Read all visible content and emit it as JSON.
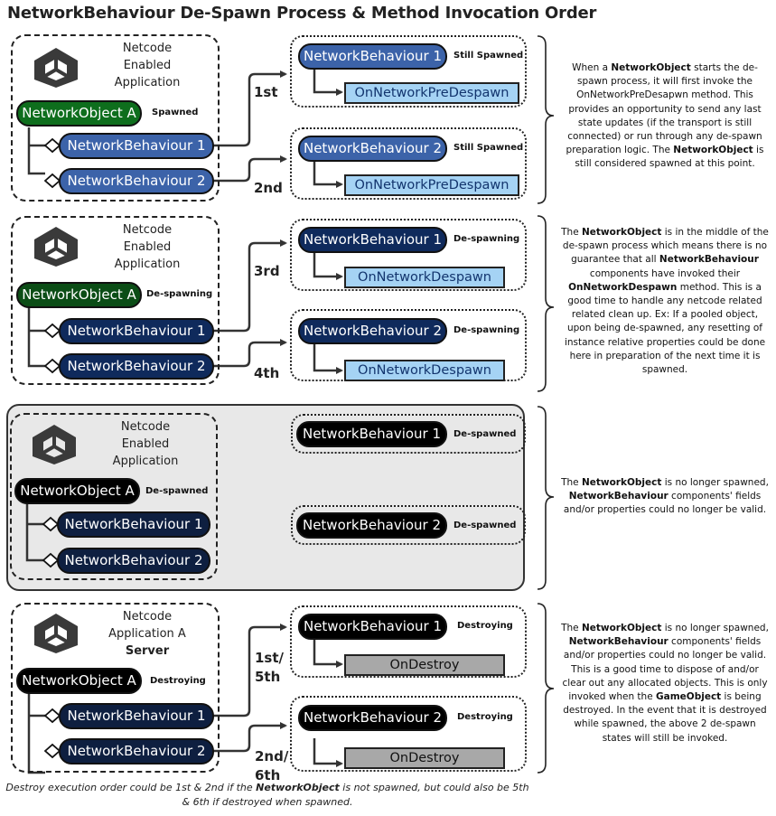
{
  "title": "NetworkBehaviour De-Spawn Process & Method Invocation Order",
  "sections": [
    {
      "app_lines": [
        "Netcode",
        "Enabled",
        "Application"
      ],
      "object": "NetworkObject A",
      "object_state": "Spawned",
      "behaviours": [
        "NetworkBehaviour 1",
        "NetworkBehaviour 2"
      ],
      "orders": [
        "1st",
        "2nd"
      ],
      "targets": [
        {
          "name": "NetworkBehaviour 1",
          "state": "Still Spawned",
          "method": "OnNetworkPreDespawn"
        },
        {
          "name": "NetworkBehaviour 2",
          "state": "Still Spawned",
          "method": "OnNetworkPreDespawn"
        }
      ],
      "description": [
        {
          "t": "When a "
        },
        {
          "b": "NetworkObject"
        },
        {
          "t": " starts the de-spawn process, it will first invoke the OnNetworkPreDesapwn method. This provides an opportunity to send any last state updates (if the transport is still connected) or run through any de-spawn preparation logic. The "
        },
        {
          "b": "NetworkObject"
        },
        {
          "t": " is still considered spawned at this point."
        }
      ]
    },
    {
      "app_lines": [
        "Netcode",
        "Enabled",
        "Application"
      ],
      "object": "NetworkObject A",
      "object_state": "De-spawning",
      "behaviours": [
        "NetworkBehaviour 1",
        "NetworkBehaviour 2"
      ],
      "orders": [
        "3rd",
        "4th"
      ],
      "targets": [
        {
          "name": "NetworkBehaviour 1",
          "state": "De-spawning",
          "method": "OnNetworkDespawn"
        },
        {
          "name": "NetworkBehaviour 2",
          "state": "De-spawning",
          "method": "OnNetworkDespawn"
        }
      ],
      "description": [
        {
          "t": "The "
        },
        {
          "b": "NetworkObject"
        },
        {
          "t": " is in the middle of the de-spawn process which means there is no guarantee that all "
        },
        {
          "b": "NetworkBehaviour"
        },
        {
          "t": " components have invoked their "
        },
        {
          "b": "OnNetworkDespawn"
        },
        {
          "t": " method. This is a good time to handle any netcode related related clean up. Ex: If a pooled object, upon being de-spawned, any resetting of instance relative properties could be done here in preparation of the next time it is spawned."
        }
      ]
    },
    {
      "app_lines": [
        "Netcode",
        "Enabled",
        "Application"
      ],
      "object": "NetworkObject A",
      "object_state": "De-spawned",
      "behaviours": [
        "NetworkBehaviour 1",
        "NetworkBehaviour 2"
      ],
      "targets": [
        {
          "name": "NetworkBehaviour 1",
          "state": "De-spawned"
        },
        {
          "name": "NetworkBehaviour 2",
          "state": "De-spawned"
        }
      ],
      "description": [
        {
          "t": "The "
        },
        {
          "b": "NetworkObject"
        },
        {
          "t": " is no longer spawned, "
        },
        {
          "b": "NetworkBehaviour"
        },
        {
          "t": " components' fields and/or properties could no longer be valid."
        }
      ]
    },
    {
      "app_lines": [
        "Netcode",
        "Application A"
      ],
      "app_bold": "Server",
      "object": "NetworkObject A",
      "object_state": "Destroying",
      "behaviours": [
        "NetworkBehaviour 1",
        "NetworkBehaviour 2"
      ],
      "orders": [
        "1st/",
        "5th",
        "2nd/",
        "6th"
      ],
      "targets": [
        {
          "name": "NetworkBehaviour 1",
          "state": "Destroying",
          "method": "OnDestroy"
        },
        {
          "name": "NetworkBehaviour 2",
          "state": "Destroying",
          "method": "OnDestroy"
        }
      ],
      "description": [
        {
          "t": "The "
        },
        {
          "b": "NetworkObject"
        },
        {
          "t": " is no longer spawned, "
        },
        {
          "b": "NetworkBehaviour"
        },
        {
          "t": " components' fields and/or properties could no longer be valid. This is a good time to dispose of and/or clear out any allocated objects. This is only invoked when the "
        },
        {
          "b": "GameObject"
        },
        {
          "t": " is being destroyed. In the event that it is destroyed while spawned, the above 2 de-spawn states will still be invoked."
        }
      ]
    }
  ],
  "footer": [
    {
      "t": "Destroy execution order could be 1st & 2nd if the "
    },
    {
      "b": "NetworkObject"
    },
    {
      "t": " is not spawned, but could also be 5th & 6th if destroyed when spawned."
    }
  ]
}
